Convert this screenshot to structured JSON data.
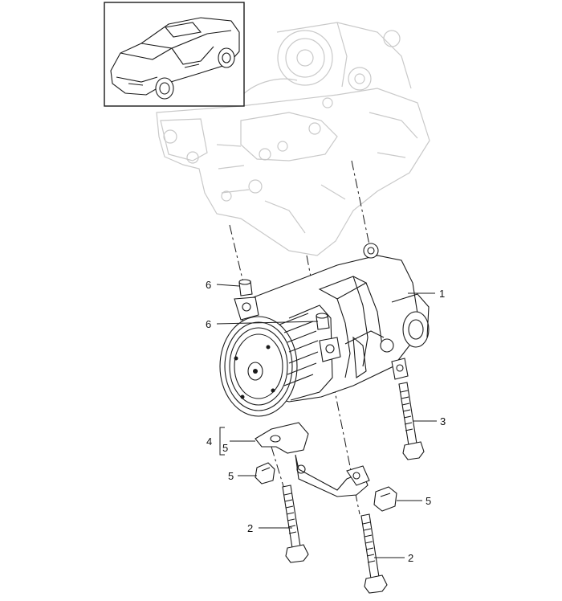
{
  "callouts": [
    {
      "id": "c1",
      "text": "1"
    },
    {
      "id": "c2a",
      "text": "2"
    },
    {
      "id": "c2b",
      "text": "2"
    },
    {
      "id": "c3",
      "text": "3"
    },
    {
      "id": "c4",
      "text": "4"
    },
    {
      "id": "c5a",
      "text": "5"
    },
    {
      "id": "c5b",
      "text": "5"
    },
    {
      "id": "c5c",
      "text": "5"
    },
    {
      "id": "c6a",
      "text": "6"
    },
    {
      "id": "c6b",
      "text": "6"
    }
  ],
  "icons": {
    "inset": "car-suv-icon",
    "engine": "engine-block-icon",
    "compressor": "ac-compressor-icon"
  }
}
